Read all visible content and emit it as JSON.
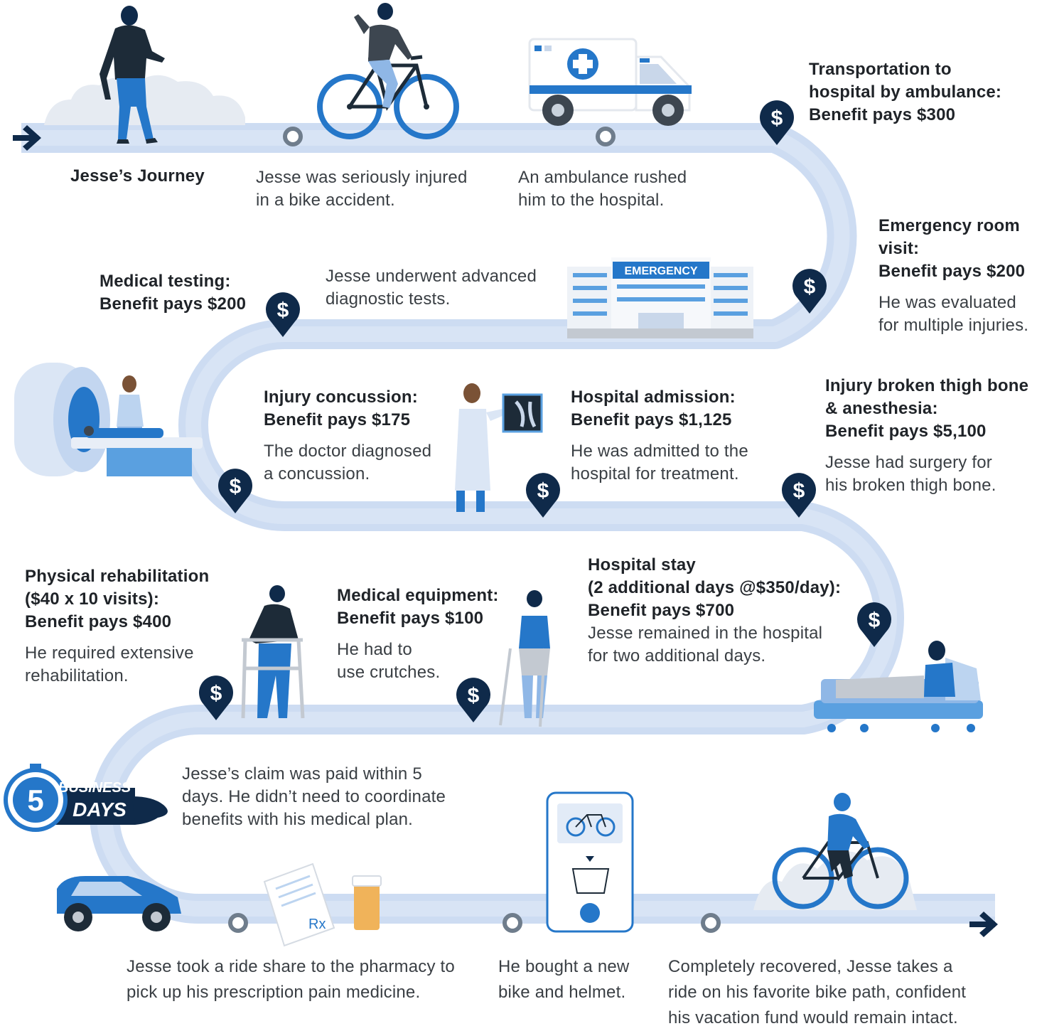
{
  "title": "Jesse’s Journey",
  "colors": {
    "road": "#c8d9f1",
    "road_dark": "#9dbce6",
    "navy": "#0f2a4a",
    "blue": "#2577c9",
    "light_blue": "#5aa0e0"
  },
  "steps": {
    "injury": {
      "text": "Jesse was seriously injured\nin a bike accident."
    },
    "ambulance_ride": {
      "text": "An ambulance rushed\nhim to the hospital."
    },
    "transport": {
      "heading": [
        "Transportation to",
        "hospital by ambulance:",
        "Benefit pays $300"
      ]
    },
    "er": {
      "heading": [
        "Emergency room visit:",
        "Benefit pays $200"
      ],
      "text": "He was evaluated\nfor multiple injuries."
    },
    "testing": {
      "heading": [
        "Medical testing:",
        "Benefit pays $200"
      ],
      "text": "Jesse underwent advanced\ndiagnostic tests."
    },
    "concussion": {
      "heading": [
        "Injury concussion:",
        "Benefit pays $175"
      ],
      "text": "The doctor diagnosed\na concussion."
    },
    "admission": {
      "heading": [
        "Hospital admission:",
        "Benefit pays $1,125"
      ],
      "text": "He was admitted to the\nhospital for treatment."
    },
    "thigh": {
      "heading": [
        "Injury broken thigh  bone",
        "& anesthesia:",
        "Benefit pays $5,100"
      ],
      "text": "Jesse had surgery for\nhis broken thigh bone."
    },
    "rehab": {
      "heading": [
        "Physical rehabilitation",
        "($40 x 10 visits):",
        "Benefit pays $400"
      ],
      "text": "He required extensive\nrehabilitation."
    },
    "equipment": {
      "heading": [
        "Medical equipment:",
        "Benefit pays $100"
      ],
      "text": "He had to\nuse crutches."
    },
    "stay": {
      "heading": [
        "Hospital stay",
        "(2 additional days @$350/day):",
        "Benefit pays $700"
      ],
      "text": "Jesse remained in the hospital\nfor two additional days."
    },
    "claim": {
      "text": "Jesse’s claim was paid within 5\ndays. He didn’t need to coordinate\nbenefits with his medical plan."
    },
    "pharmacy": {
      "text": "Jesse took a ride share to the pharmacy to\npick up his prescription pain medicine."
    },
    "newbike": {
      "text": "He bought a new\nbike and helmet."
    },
    "recovered": {
      "text": "Completely recovered, Jesse takes a\nride on his favorite bike path, confident\nhis vacation fund would remain intact."
    }
  },
  "labels": {
    "emergency_sign": "EMERGENCY",
    "badge_number": "5",
    "badge_line1": "BUSINESS",
    "badge_line2": "DAYS",
    "pin_symbol": "$",
    "rx": "Rx"
  }
}
